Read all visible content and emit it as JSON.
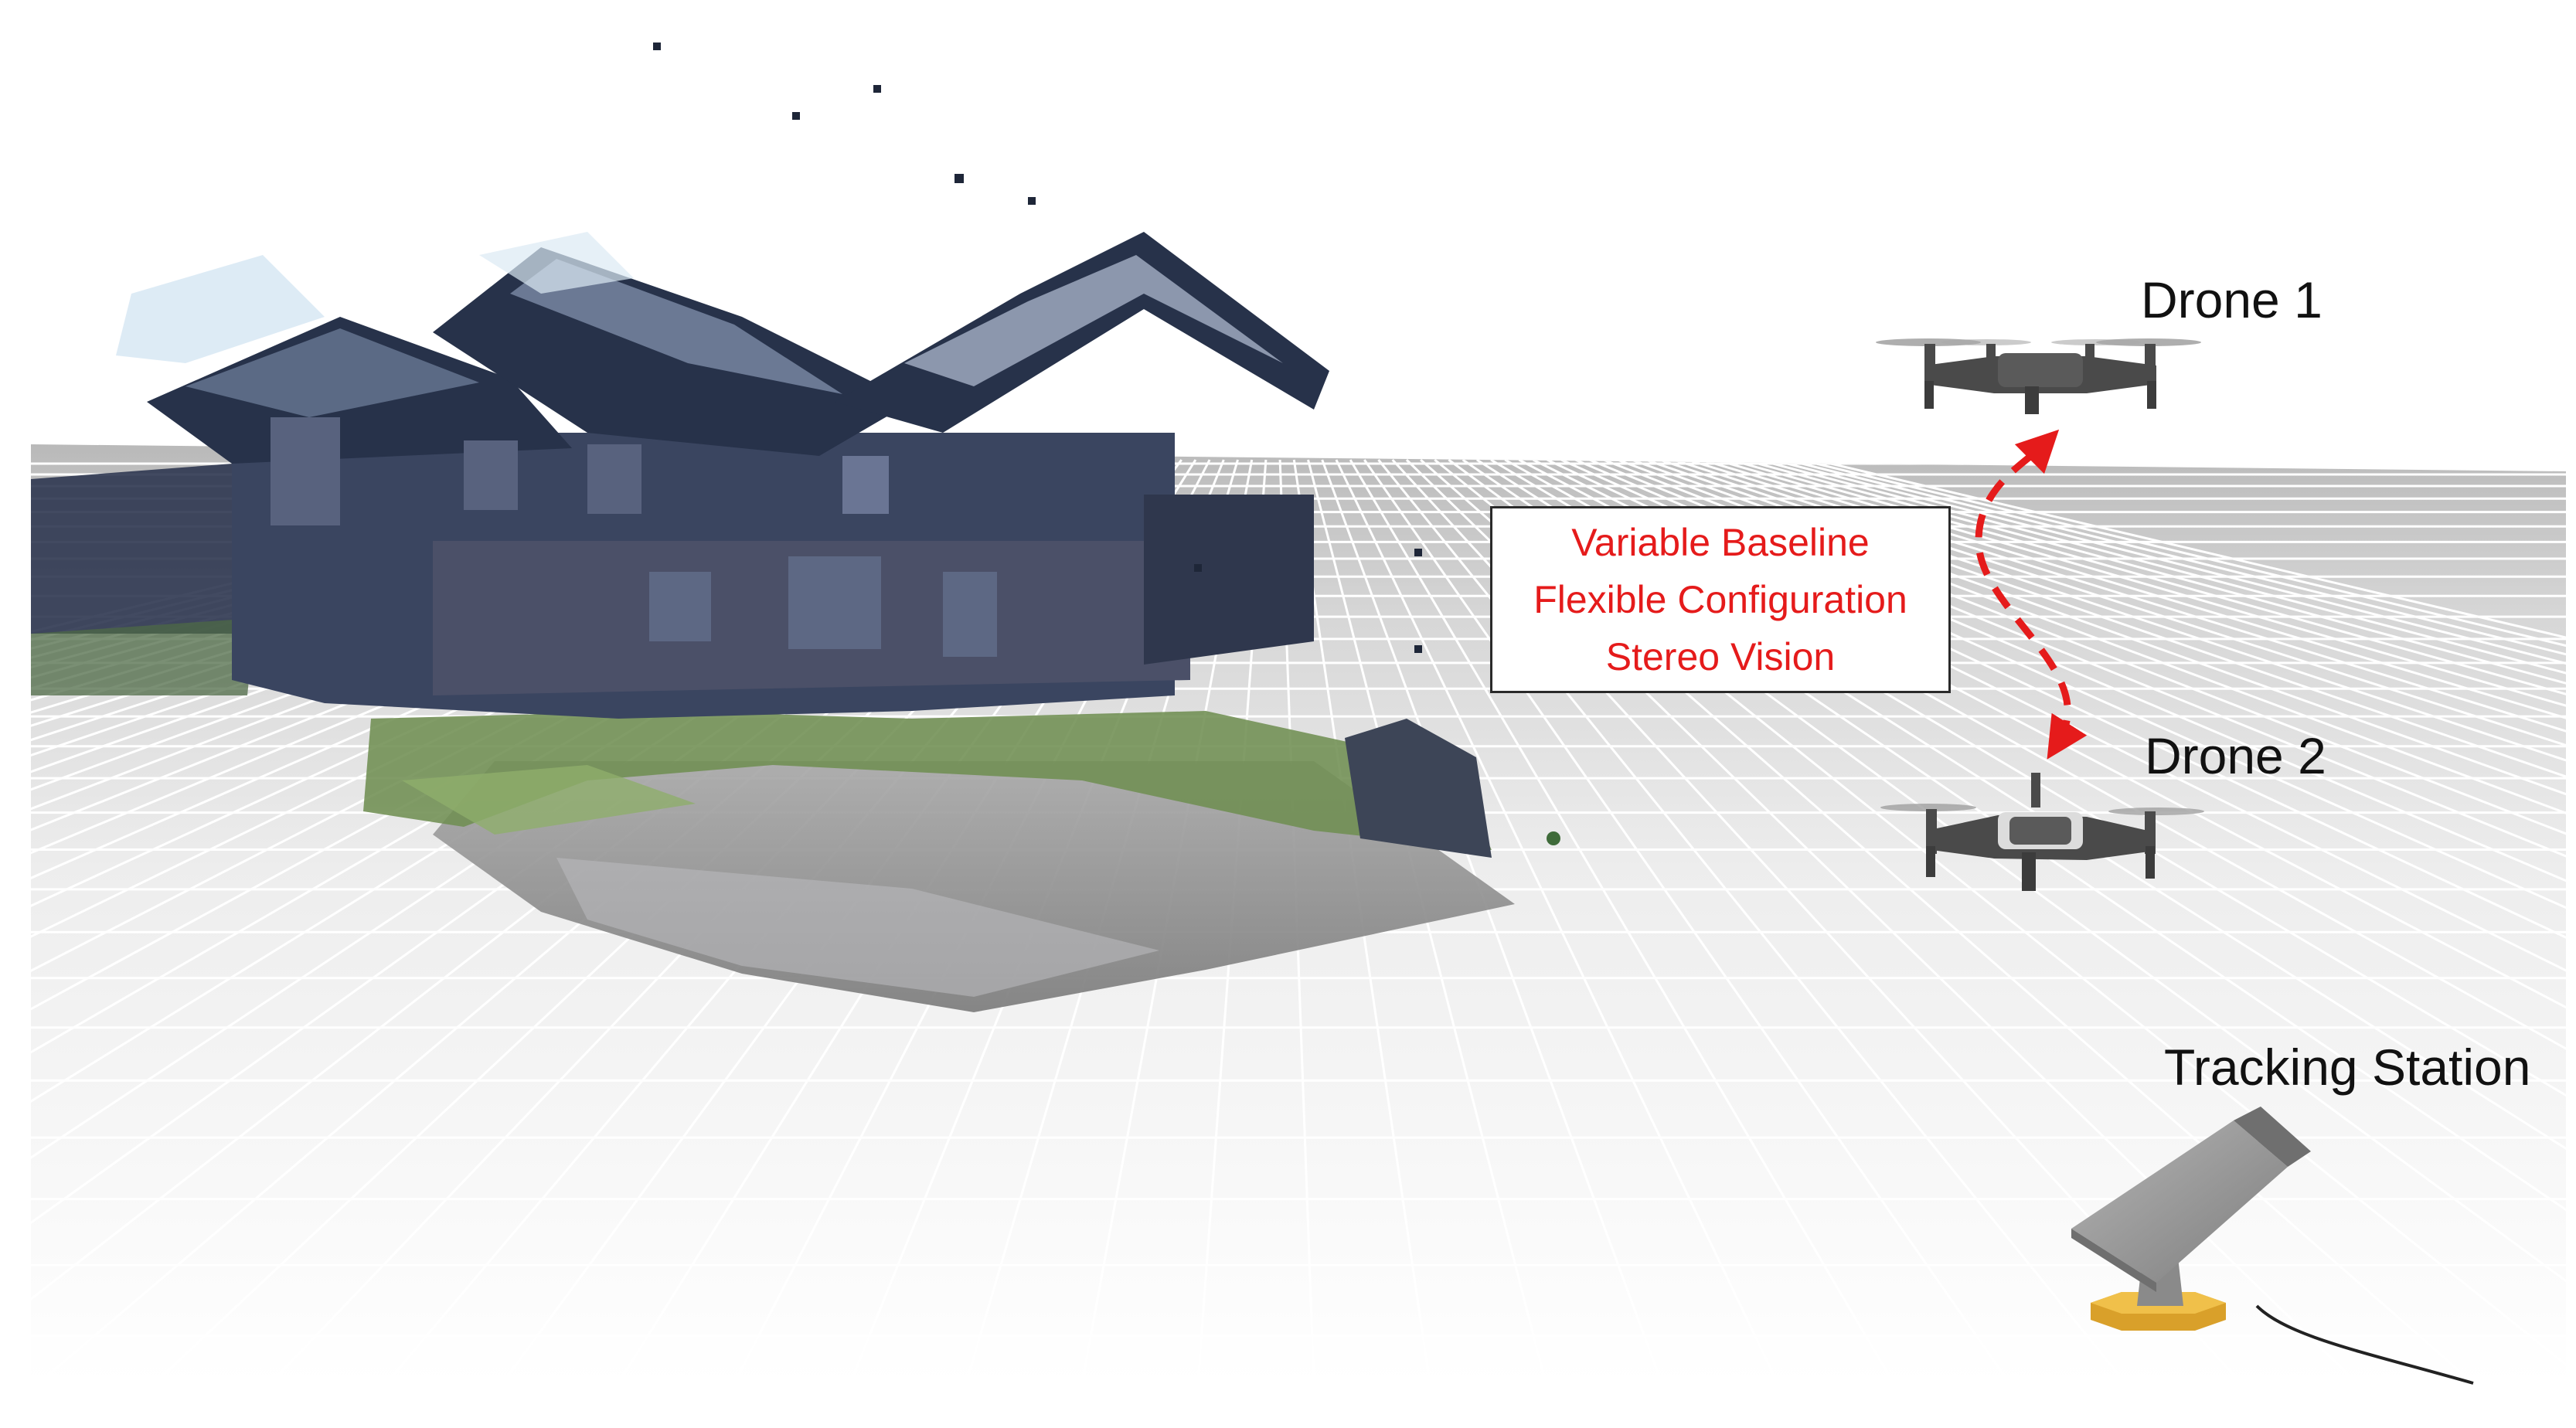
{
  "labels": {
    "drone1": "Drone 1",
    "drone2": "Drone 2",
    "tracking_station": "Tracking Station"
  },
  "callout": {
    "lines": [
      "Variable Baseline",
      "Flexible Configuration",
      "Stereo Vision"
    ]
  },
  "colors": {
    "callout_text": "#e51b1b",
    "arrow": "#e51b1b",
    "ground_plane": "#bdbdbd",
    "grid_lines": "#ffffff",
    "drone_body": "#4a4a4a",
    "station_panel": "#9a9a9a",
    "station_base": "#e0a72a",
    "house_roof": "#27324a",
    "house_wall": "#3a4560",
    "grass": "#6f8e52",
    "gravel": "#8f8f8f"
  },
  "icons": [
    "drone-icon",
    "tracking-station-icon",
    "point-cloud-house"
  ]
}
